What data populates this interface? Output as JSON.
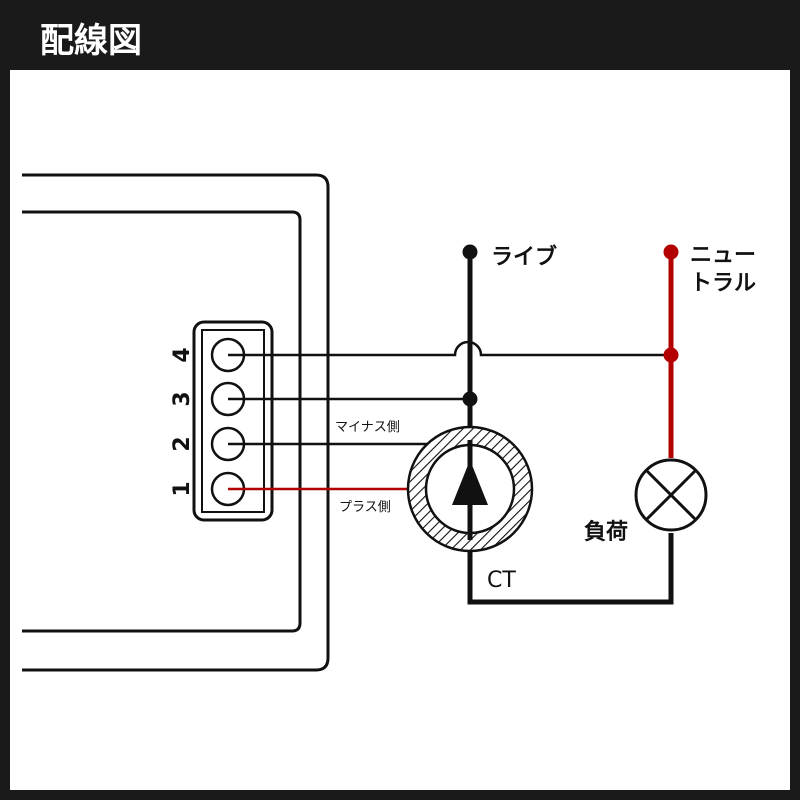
{
  "title": "配線図",
  "terminals": [
    "1",
    "2",
    "3",
    "4"
  ],
  "labels": {
    "live": "ライブ",
    "neutral_line1": "ニュー",
    "neutral_line2": "トラル",
    "minus_side": "マイナス側",
    "plus_side": "プラス側",
    "ct": "CT",
    "load": "負荷"
  },
  "colors": {
    "frame": "#1a1a1a",
    "line": "#111111",
    "neutral": "#b30000"
  }
}
